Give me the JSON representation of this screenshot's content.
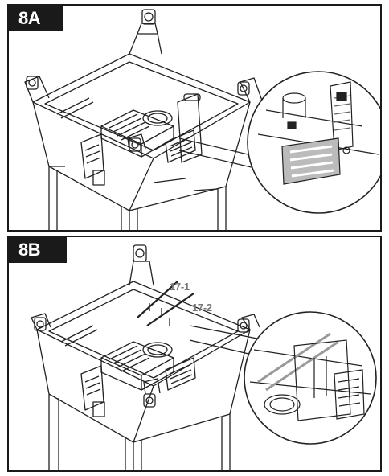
{
  "steps": [
    {
      "label": "8A"
    },
    {
      "label": "8B",
      "callouts": [
        "17-1",
        "17-2"
      ]
    }
  ],
  "colors": {
    "frame": "#1a1a1a",
    "line": "#222222",
    "callout": "#777777",
    "part": "#bbbbbb"
  }
}
